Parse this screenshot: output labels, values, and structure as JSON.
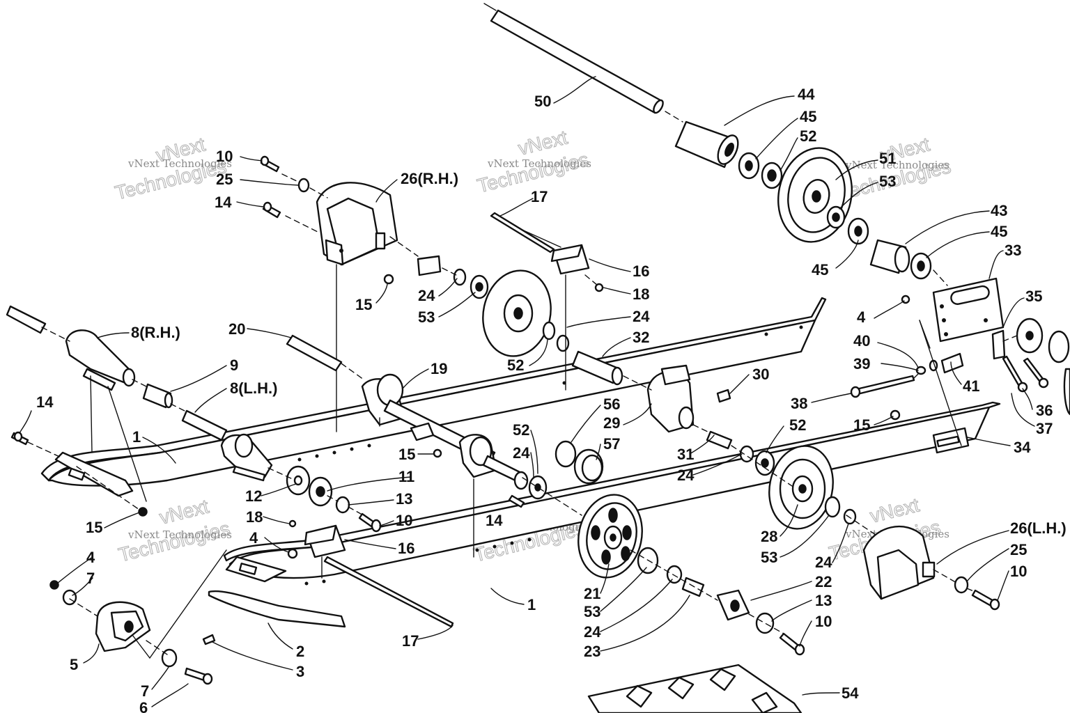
{
  "watermark": {
    "company_name": "vNext Technologies",
    "stamp_word_top": "vNext",
    "stamp_word_bottom": "Technologies"
  },
  "callouts": [
    {
      "id": "c50",
      "text": "50"
    },
    {
      "id": "c44",
      "text": "44"
    },
    {
      "id": "c45a",
      "text": "45"
    },
    {
      "id": "c52a",
      "text": "52"
    },
    {
      "id": "c51",
      "text": "51"
    },
    {
      "id": "c53a",
      "text": "53"
    },
    {
      "id": "c43",
      "text": "43"
    },
    {
      "id": "c45b",
      "text": "45"
    },
    {
      "id": "c33",
      "text": "33"
    },
    {
      "id": "c45c",
      "text": "45"
    },
    {
      "id": "c35",
      "text": "35"
    },
    {
      "id": "c4a",
      "text": "4"
    },
    {
      "id": "c40",
      "text": "40"
    },
    {
      "id": "c39",
      "text": "39"
    },
    {
      "id": "c41",
      "text": "41"
    },
    {
      "id": "c36",
      "text": "36"
    },
    {
      "id": "c37",
      "text": "37"
    },
    {
      "id": "c38",
      "text": "38"
    },
    {
      "id": "c15a",
      "text": "15"
    },
    {
      "id": "c34",
      "text": "34"
    },
    {
      "id": "c10a",
      "text": "10"
    },
    {
      "id": "c25a",
      "text": "25"
    },
    {
      "id": "c14a",
      "text": "14"
    },
    {
      "id": "c26rh",
      "text": "26(R.H.)"
    },
    {
      "id": "c15b",
      "text": "15"
    },
    {
      "id": "c17a",
      "text": "17"
    },
    {
      "id": "c16a",
      "text": "16"
    },
    {
      "id": "c18a",
      "text": "18"
    },
    {
      "id": "c24a",
      "text": "24"
    },
    {
      "id": "c53b",
      "text": "53"
    },
    {
      "id": "c24b",
      "text": "24"
    },
    {
      "id": "c32",
      "text": "32"
    },
    {
      "id": "c52b",
      "text": "52"
    },
    {
      "id": "c8rh",
      "text": "8(R.H.)"
    },
    {
      "id": "c9",
      "text": "9"
    },
    {
      "id": "c8lh",
      "text": "8(L.H.)"
    },
    {
      "id": "c20",
      "text": "20"
    },
    {
      "id": "c19",
      "text": "19"
    },
    {
      "id": "c30",
      "text": "30"
    },
    {
      "id": "c14b",
      "text": "14"
    },
    {
      "id": "c1a",
      "text": "1"
    },
    {
      "id": "c56",
      "text": "56"
    },
    {
      "id": "c29",
      "text": "29"
    },
    {
      "id": "c57",
      "text": "57"
    },
    {
      "id": "c52c",
      "text": "52"
    },
    {
      "id": "c24c",
      "text": "24"
    },
    {
      "id": "c15c",
      "text": "15"
    },
    {
      "id": "c52d",
      "text": "52"
    },
    {
      "id": "c31",
      "text": "31"
    },
    {
      "id": "c24d",
      "text": "24"
    },
    {
      "id": "c11",
      "text": "11"
    },
    {
      "id": "c12",
      "text": "12"
    },
    {
      "id": "c13a",
      "text": "13"
    },
    {
      "id": "c10b",
      "text": "10"
    },
    {
      "id": "c14c",
      "text": "14"
    },
    {
      "id": "c15d",
      "text": "15"
    },
    {
      "id": "c18b",
      "text": "18"
    },
    {
      "id": "c4b",
      "text": "4"
    },
    {
      "id": "c16b",
      "text": "16"
    },
    {
      "id": "c28",
      "text": "28"
    },
    {
      "id": "c53c",
      "text": "53"
    },
    {
      "id": "c24e",
      "text": "24"
    },
    {
      "id": "c26lh",
      "text": "26(L.H.)"
    },
    {
      "id": "c25b",
      "text": "25"
    },
    {
      "id": "c10c",
      "text": "10"
    },
    {
      "id": "c4c",
      "text": "4"
    },
    {
      "id": "c7a",
      "text": "7"
    },
    {
      "id": "c1b",
      "text": "1"
    },
    {
      "id": "c21",
      "text": "21"
    },
    {
      "id": "c53d",
      "text": "53"
    },
    {
      "id": "c24f",
      "text": "24"
    },
    {
      "id": "c23",
      "text": "23"
    },
    {
      "id": "c22",
      "text": "22"
    },
    {
      "id": "c13b",
      "text": "13"
    },
    {
      "id": "c10d",
      "text": "10"
    },
    {
      "id": "c5",
      "text": "5"
    },
    {
      "id": "c2",
      "text": "2"
    },
    {
      "id": "c3",
      "text": "3"
    },
    {
      "id": "c17b",
      "text": "17"
    },
    {
      "id": "c7b",
      "text": "7"
    },
    {
      "id": "c6",
      "text": "6"
    },
    {
      "id": "c54",
      "text": "54"
    }
  ]
}
